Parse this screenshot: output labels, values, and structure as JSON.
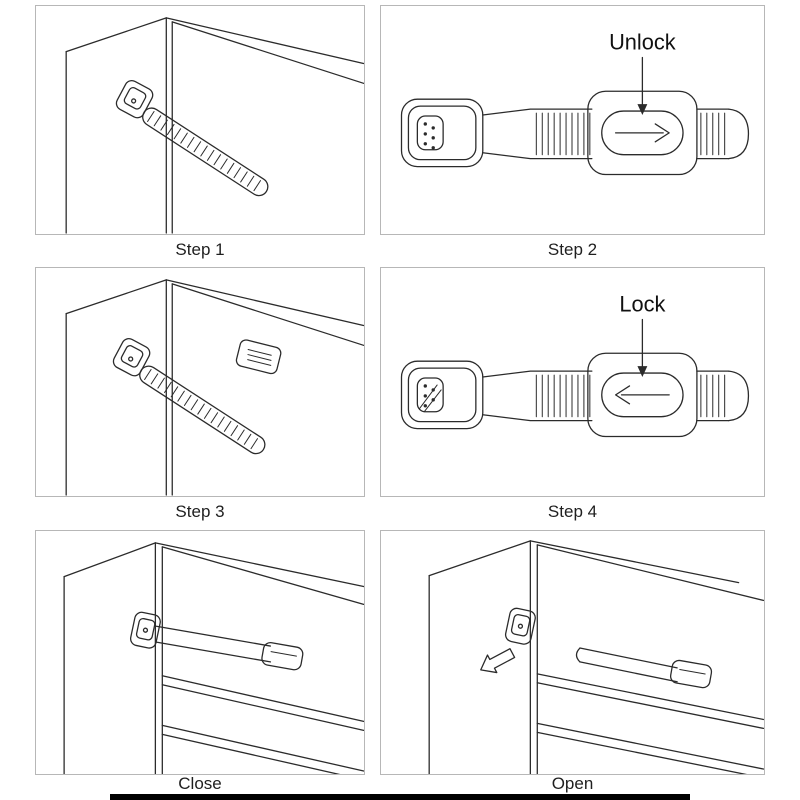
{
  "diagram": {
    "panels": [
      {
        "caption": "Step 1"
      },
      {
        "caption": "Step 2",
        "label": "Unlock"
      },
      {
        "caption": "Step 3"
      },
      {
        "caption": "Step 4",
        "label": "Lock"
      },
      {
        "caption": "Close"
      },
      {
        "caption": "Open"
      }
    ],
    "colors": {
      "line": "#2b2b2b",
      "panel_border": "#b7b7b7",
      "background": "#ffffff",
      "text": "#1f1f1f",
      "bottom_bar": "#000000"
    }
  }
}
